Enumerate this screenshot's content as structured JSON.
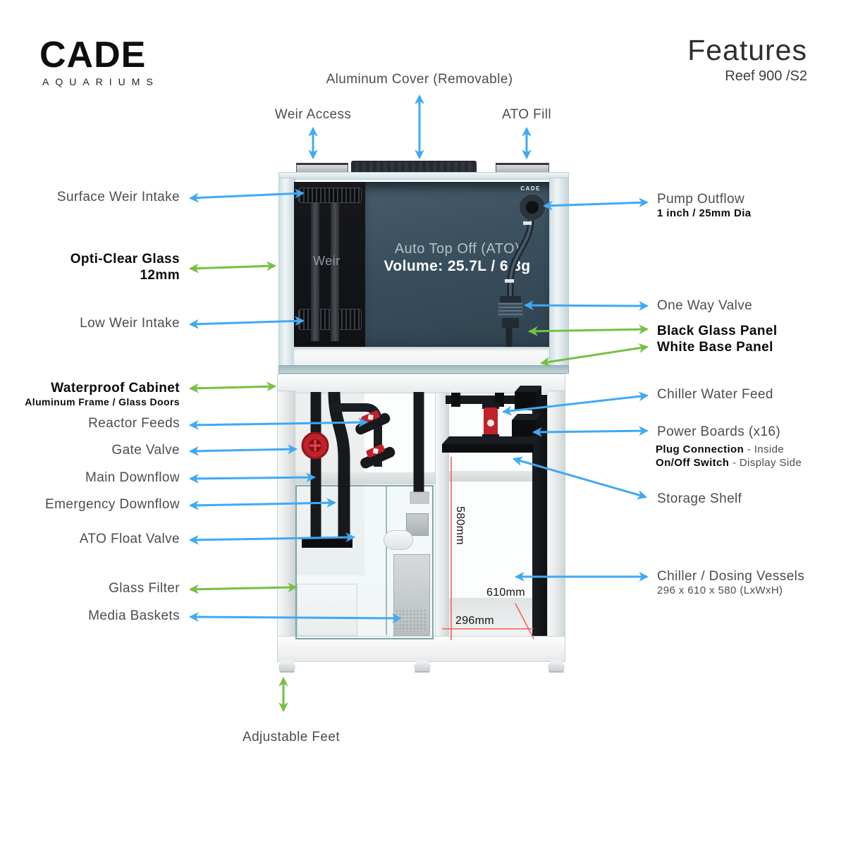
{
  "brand": {
    "logo": "CADE",
    "tagline": "AQUARIUMS"
  },
  "header": {
    "title": "Features",
    "subtitle": "Reef 900 /S2"
  },
  "tank": {
    "weir_label": "Weir",
    "ato_line1": "Auto Top Off (ATO)",
    "ato_line2": "Volume: 25.7L / 6.8g",
    "mini_logo": "CADE"
  },
  "dimensions": {
    "height": "580mm",
    "depth": "610mm",
    "width": "296mm"
  },
  "labels": {
    "aluminum_cover": "Aluminum Cover (Removable)",
    "weir_access": "Weir Access",
    "ato_fill": "ATO Fill",
    "surface_weir_intake": "Surface Weir Intake",
    "opti_clear_glass": "Opti-Clear Glass",
    "opti_clear_glass_sub": "12mm",
    "low_weir_intake": "Low Weir Intake",
    "waterproof_cabinet": "Waterproof Cabinet",
    "waterproof_cabinet_sub": "Aluminum Frame / Glass Doors",
    "reactor_feeds": "Reactor Feeds",
    "gate_valve": "Gate Valve",
    "main_downflow": "Main Downflow",
    "emergency_downflow": "Emergency Downflow",
    "ato_float_valve": "ATO Float Valve",
    "glass_filter": "Glass Filter",
    "media_baskets": "Media Baskets",
    "adjustable_feet": "Adjustable Feet",
    "pump_outflow": "Pump Outflow",
    "pump_outflow_sub": "1 inch / 25mm Dia",
    "one_way_valve": "One Way Valve",
    "black_glass_panel": "Black Glass Panel",
    "white_base_panel": "White Base Panel",
    "chiller_water_feed": "Chiller Water Feed",
    "power_boards": "Power Boards (x16)",
    "plug_connection_bold": "Plug Connection",
    "plug_connection_rest": " - Inside",
    "onoff_switch_bold": "On/Off Switch",
    "onoff_switch_rest": " - Display Side",
    "storage_shelf": "Storage Shelf",
    "chiller_dosing": "Chiller / Dosing Vessels",
    "chiller_dosing_sub": "296 x 610 x 580 (LxWxH)"
  },
  "colors": {
    "arrow_blue": "#3FA9F5",
    "arrow_green": "#76C043",
    "dimension_red": "#F95C5C",
    "valve_red": "#C1222A",
    "ato_panel_slate": "#3A4F5E",
    "weir_black": "#141518"
  }
}
